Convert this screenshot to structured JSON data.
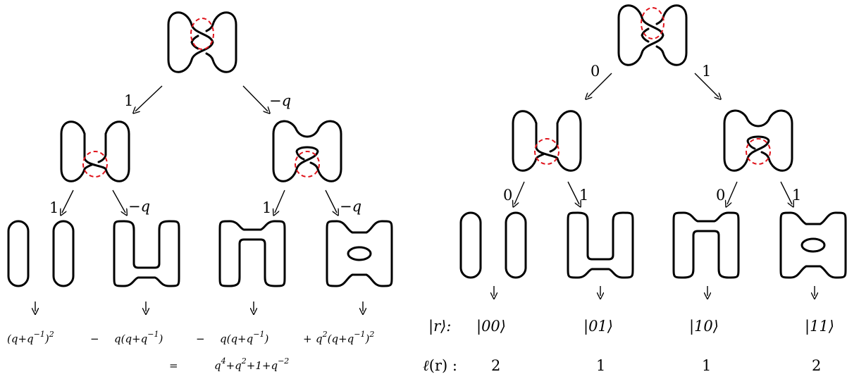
{
  "left": {
    "level1": {
      "left_weight": "1",
      "right_weight": "−q"
    },
    "level2": {
      "a_left": "1",
      "a_right": "−q",
      "b_left": "1",
      "b_right": "−q"
    },
    "terms": {
      "t1": {
        "base": "(q+q",
        "sup": "−1",
        "tail": ")",
        "exp": "2"
      },
      "op1": "−",
      "t2": {
        "base": "q(q+q",
        "sup": "−1",
        "tail": ")"
      },
      "op2": "−",
      "t3": {
        "base": "q(q+q",
        "sup": "−1",
        "tail": ")"
      },
      "op3": "+",
      "t4": {
        "q": "q",
        "qexp": "2",
        "base": "(q+q",
        "sup": "−1",
        "tail": ")",
        "exp": "2"
      }
    },
    "result": {
      "eq": "=",
      "p1": "q",
      "e1": "4",
      "p2": "+q",
      "e2": "2",
      "p3": "+1+q",
      "e3": "−2"
    }
  },
  "right": {
    "level1": {
      "left_weight": "0",
      "right_weight": "1"
    },
    "level2": {
      "a_left": "0",
      "a_right": "1",
      "b_left": "0",
      "b_right": "1"
    },
    "state_label": "|r⟩:",
    "states": [
      "|00⟩",
      "|01⟩",
      "|10⟩",
      "|11⟩"
    ],
    "length_label": {
      "name": "ℓ",
      "arg": "(r) :"
    },
    "lengths": [
      "2",
      "1",
      "1",
      "2"
    ]
  }
}
